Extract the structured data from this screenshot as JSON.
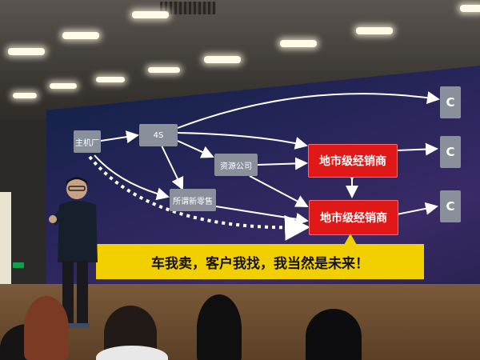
{
  "diagram": {
    "nodes": {
      "oem": "主机厂",
      "fours": "4S",
      "resource_company": "资源公司",
      "new_retail": "所谓新零售",
      "dealer_top": "地市级经销商",
      "dealer_bottom": "地市级经销商",
      "c1": "C",
      "c2": "C",
      "c3": "C"
    },
    "banner": "车我卖，客户我找，我当然是未来！"
  },
  "colors": {
    "screen_bg": "#27255a",
    "node_grey": "#8a8f9c",
    "dealer_red": "#e01818",
    "banner_yellow": "#f2d000"
  }
}
